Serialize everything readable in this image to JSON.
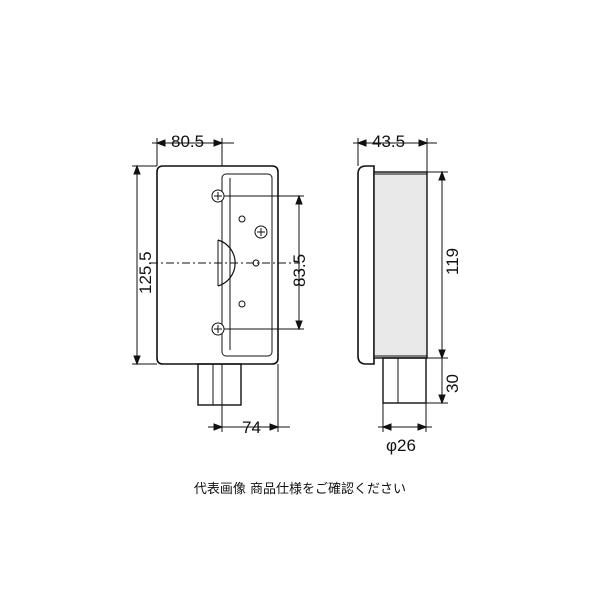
{
  "front_view": {
    "width_label": "80.5",
    "height_label": "125.5",
    "hole_pitch_label": "83.5",
    "bottom_offset_label": "74"
  },
  "side_view": {
    "depth_label": "43.5",
    "height_label": "119",
    "pipe_length_label": "30",
    "pipe_diameter_label": "φ26"
  },
  "footer_note": "代表画像 商品仕様をご確認ください",
  "colors": {
    "line": "#111111",
    "fill": "#e9e9e9"
  }
}
